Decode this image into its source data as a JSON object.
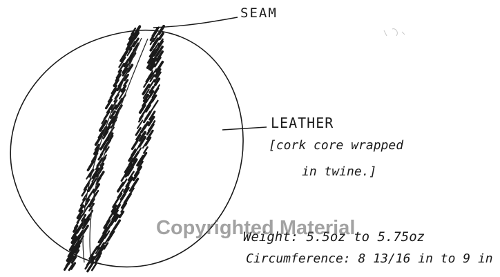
{
  "labels": {
    "seam": "SEAM",
    "leather": "LEATHER",
    "note_line_1": "[cork core wrapped",
    "note_line_2": "in twine.]",
    "weight": "Weight: 5.5oz to 5.75oz",
    "circumference": "Circumference: 8 13/16 in to 9 in"
  },
  "watermark": "Copyrighted Material",
  "colors": {
    "ink": "#1a1a1a",
    "watermark": "#696969"
  }
}
